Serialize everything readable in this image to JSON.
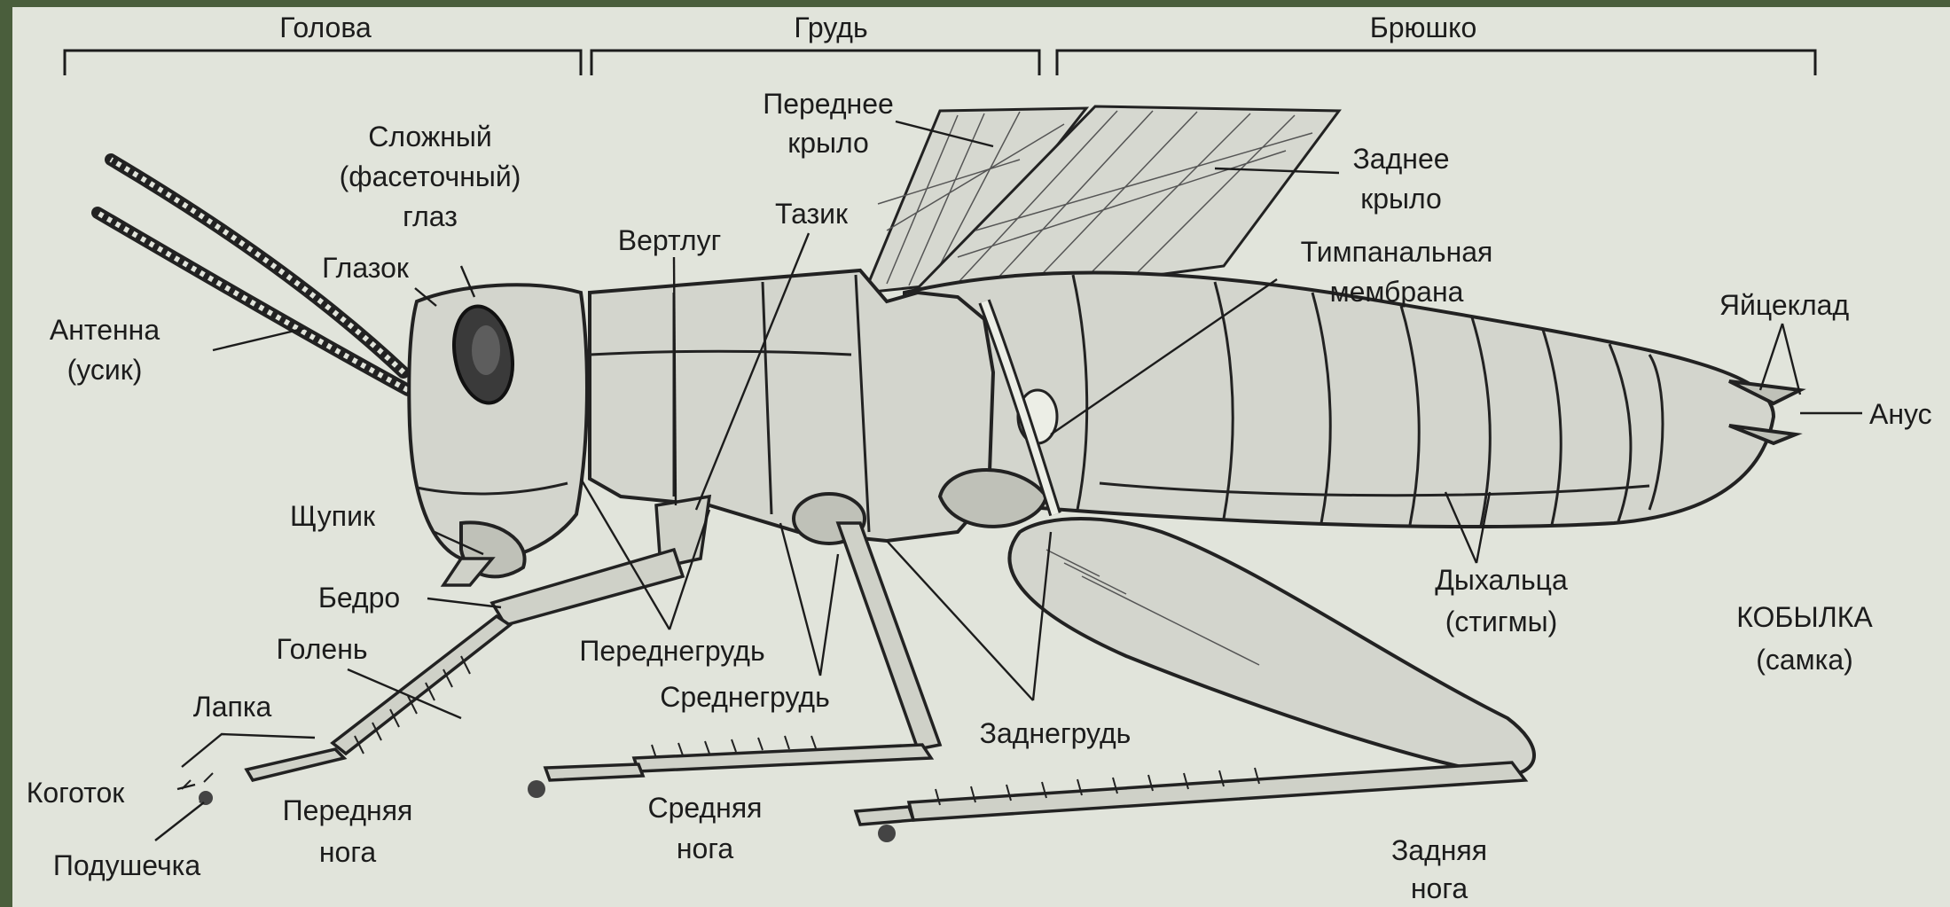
{
  "sections": {
    "head": "Голова",
    "thorax": "Грудь",
    "abdomen": "Брюшко"
  },
  "labels": {
    "compound_eye_1": "Сложный",
    "compound_eye_2": "(фасеточный)",
    "compound_eye_3": "глаз",
    "ocellus": "Глазок",
    "antenna_1": "Антенна",
    "antenna_2": "(усик)",
    "palp": "Щупик",
    "femur": "Бедро",
    "tibia": "Голень",
    "tarsus": "Лапка",
    "claw": "Коготок",
    "pad": "Подушечка",
    "front_leg_1": "Передняя",
    "front_leg_2": "нога",
    "forewing_1": "Переднее",
    "forewing_2": "крыло",
    "coxa": "Тазик",
    "trochanter": "Вертлуг",
    "hindwing_1": "Заднее",
    "hindwing_2": "крыло",
    "tympanum_1": "Тимпанальная",
    "tympanum_2": "мембрана",
    "ovipositor": "Яйцеклад",
    "anus": "Анус",
    "spiracles_1": "Дыхальца",
    "spiracles_2": "(стигмы)",
    "species_1": "КОБЫЛКА",
    "species_2": "(самка)",
    "prothorax": "Переднегрудь",
    "mesothorax": "Среднегрудь",
    "metathorax": "Заднегрудь",
    "middle_leg_1": "Средняя",
    "middle_leg_2": "нога",
    "hind_leg_1": "Задняя",
    "hind_leg_2": "нога"
  },
  "colors": {
    "frame": "#4a5e3c",
    "panel": "#e1e4db",
    "ink": "#1c1c1c",
    "body_fill": "#d3d5cd"
  }
}
